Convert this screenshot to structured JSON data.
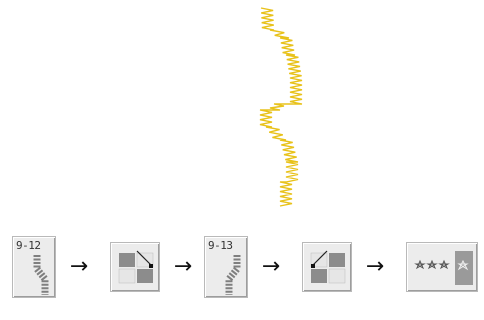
{
  "stitch_preview": {
    "thread_color": "#e8c21a"
  },
  "sequence": [
    {
      "type": "pattern-key",
      "code": "9-12"
    },
    {
      "type": "arrow",
      "glyph": "→"
    },
    {
      "type": "mirror-key"
    },
    {
      "type": "arrow",
      "glyph": "→"
    },
    {
      "type": "pattern-key",
      "code": "9-13"
    },
    {
      "type": "arrow",
      "glyph": "→"
    },
    {
      "type": "mirror-key"
    },
    {
      "type": "arrow",
      "glyph": "→"
    },
    {
      "type": "memory-key"
    }
  ]
}
